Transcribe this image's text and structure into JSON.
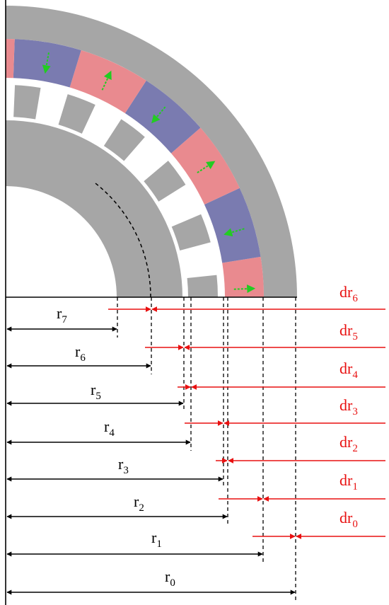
{
  "colors": {
    "gray": "#a6a6a6",
    "pink": "#e98a8f",
    "blue": "#7a7bb0",
    "arrow_green": "#22cc22",
    "red": "#e81010",
    "black": "#000000"
  },
  "icons": [
    "magnetization-arrow-icon"
  ],
  "radius_labels": [
    {
      "base": "r",
      "sub": "7"
    },
    {
      "base": "r",
      "sub": "6"
    },
    {
      "base": "r",
      "sub": "5"
    },
    {
      "base": "r",
      "sub": "4"
    },
    {
      "base": "r",
      "sub": "3"
    },
    {
      "base": "r",
      "sub": "2"
    },
    {
      "base": "r",
      "sub": "1"
    },
    {
      "base": "r",
      "sub": "0"
    }
  ],
  "thickness_labels": [
    {
      "base": "dr",
      "sub": "6"
    },
    {
      "base": "dr",
      "sub": "5"
    },
    {
      "base": "dr",
      "sub": "4"
    },
    {
      "base": "dr",
      "sub": "3"
    },
    {
      "base": "dr",
      "sub": "2"
    },
    {
      "base": "dr",
      "sub": "1"
    },
    {
      "base": "dr",
      "sub": "0"
    }
  ]
}
